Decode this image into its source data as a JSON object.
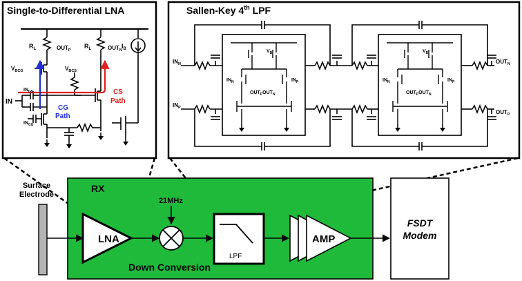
{
  "lna_panel": {
    "title": "Single-to-Differential LNA",
    "labels": {
      "rl_left": "R",
      "rl_left_sub": "L",
      "rl_right": "R",
      "rl_right_sub": "L",
      "outp": "OUT",
      "outp_sub": "P",
      "outn": "OUT",
      "outn_sub": "N",
      "ib": "I",
      "ib_sub": "B",
      "vbcg": "V",
      "vbcg_sub": "BCG",
      "vbcs": "V",
      "vbcs_sub": "BCS",
      "in": "IN",
      "incs": "IN",
      "incs_sub": "CS",
      "incg": "IN",
      "incg_sub": "CG",
      "cs_path_1": "CS",
      "cs_path_2": "Path",
      "cg_path_1": "CG",
      "cg_path_2": "Path"
    },
    "colors": {
      "cs_path": "#e02020",
      "cg_path": "#1f2fd0"
    }
  },
  "lpf_panel": {
    "title": "Sallen-Key 4",
    "title_sup": "th",
    "title_suffix": " LPF",
    "labels": {
      "inn": "IN",
      "inn_sub": "N",
      "inp": "IN",
      "inp_sub": "P",
      "outn": "OUT",
      "outn_sub": "N",
      "outp": "OUT",
      "outp_sub": "P",
      "vb": "V",
      "vb_sub": "B",
      "amp_inn": "IN",
      "amp_inn_sub": "N",
      "amp_inp": "IN",
      "amp_inp_sub": "P",
      "amp_outp": "OUT",
      "amp_outp_sub": "P",
      "amp_outn": "OUT",
      "amp_outn_sub": "N"
    }
  },
  "rx_block": {
    "title": "RX",
    "electrode_1": "Surface",
    "electrode_2": "Electrode",
    "lna": "LNA",
    "freq": "21MHz",
    "lpf": "LPF",
    "amp": "AMP",
    "down_conversion": "Down Conversion",
    "modem_1": "FSDT",
    "modem_2": "Modem",
    "colors": {
      "rx_fill": "#1fba3a",
      "electrode_fill": "#b4b4b4"
    }
  }
}
